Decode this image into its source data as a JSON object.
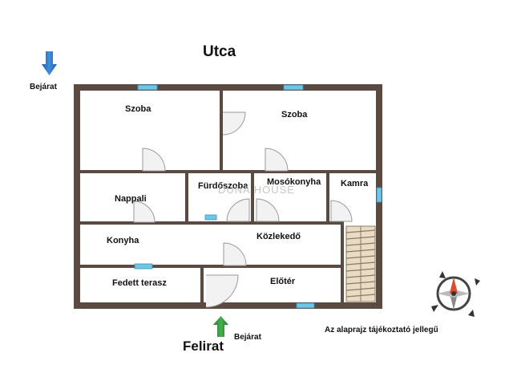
{
  "title": "Utca",
  "entrance_top": "Bejárat",
  "entrance_bottom": "Bejárat",
  "signature_label": "Felirat",
  "disclaimer": "Az alaprajz tájékoztató jellegű",
  "watermark": "DUNA HOUSE",
  "rooms": {
    "szoba_left": "Szoba",
    "szoba_right": "Szoba",
    "nappali": "Nappali",
    "furdoszoba": "Fürdőszoba",
    "mosokonyha": "Mosókonyha",
    "kamra": "Kamra",
    "konyha": "Konyha",
    "kozlekedo": "Közlekedő",
    "fedett_terasz": "Fedett terasz",
    "eloter": "Előtér"
  },
  "colors": {
    "wall": "#5a4a42",
    "window": "#6ec6e8",
    "entrance_top_arrow": "#1e73c9",
    "entrance_bottom_arrow": "#2e9b3a",
    "door_arc": "#999999",
    "stairs": "#d4c3a3"
  },
  "icons": [
    "down-arrow-icon",
    "up-arrow-icon",
    "compass-icon",
    "stairs-icon"
  ]
}
